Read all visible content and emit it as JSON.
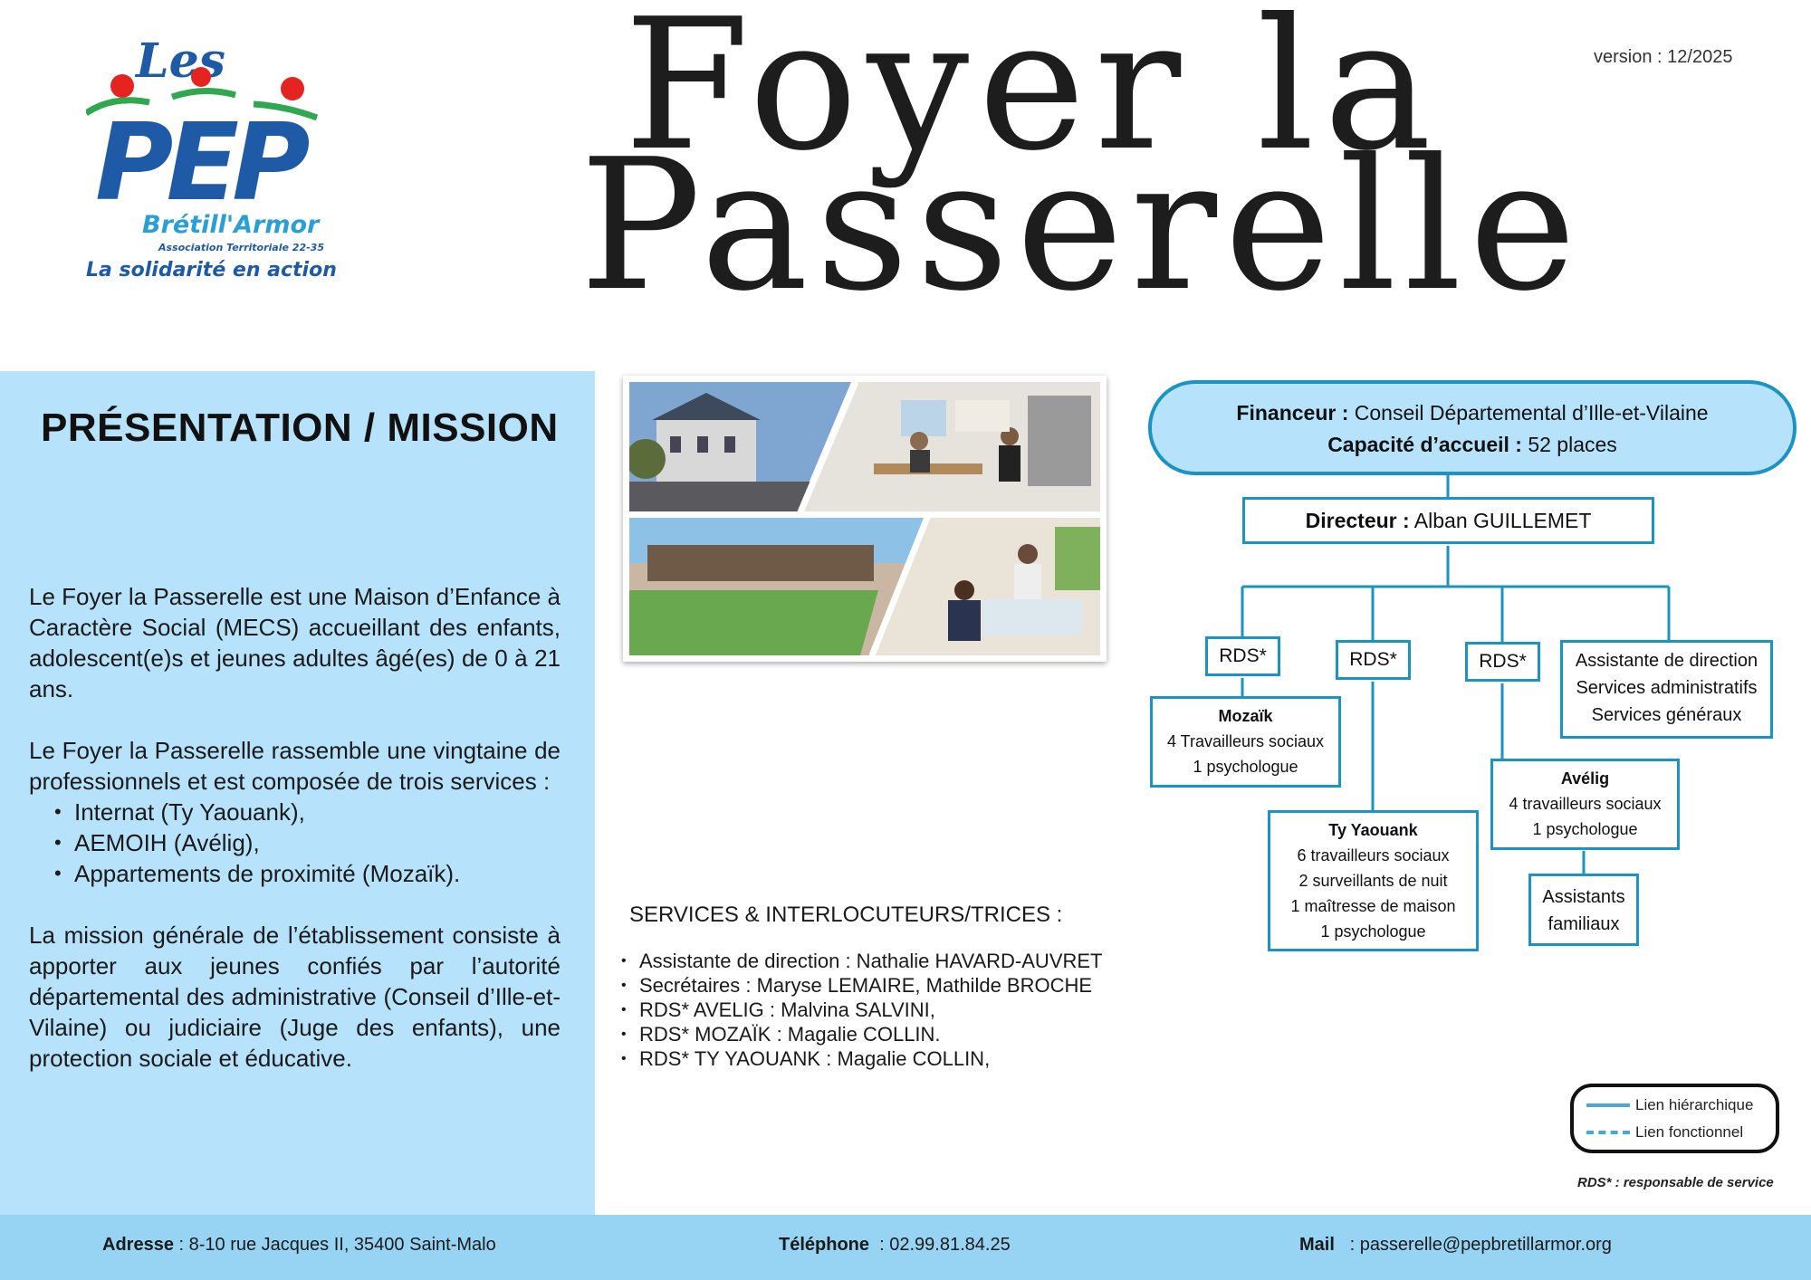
{
  "header": {
    "logo": {
      "les": "Les",
      "pep": "PEP",
      "name": "Brétill'Armor",
      "association": "Association Territoriale 22-35",
      "slogan": "La solidarité en action"
    },
    "title_line1": "Foyer la",
    "title_line2": "Passerelle",
    "version": "version : 12/2025"
  },
  "presentation": {
    "heading": "PRÉSENTATION / MISSION",
    "paragraph1": "Le Foyer la Passerelle est une Maison d’Enfance à Caractère Social (MECS) accueillant des enfants, adolescent(e)s et jeunes adultes âgé(es) de 0 à 21 ans.",
    "paragraph2": "Le Foyer la Passerelle rassemble une vingtaine de professionnels et est composée de trois services :",
    "services": [
      "Internat (Ty Yaouank),",
      "AEMOIH (Avélig),",
      "Appartements de proximité (Mozaïk)."
    ],
    "paragraph3": "La mission générale de l’établissement consiste à apporter aux jeunes confiés par l’autorité départemental des administrative (Conseil d’Ille-et-Vilaine) ou judiciaire (Juge des enfants), une  protection sociale et éducative."
  },
  "contacts": {
    "title": "SERVICES & INTERLOCUTEURS/TRICES :",
    "items": [
      "Assistante de direction : Nathalie HAVARD-AUVRET",
      "Secrétaires : Maryse LEMAIRE, Mathilde BROCHE",
      "RDS* AVELIG : Malvina SALVINI,",
      "RDS* MOZAÏK : Magalie COLLIN.",
      "RDS* TY YAOUANK : Magalie COLLIN,"
    ]
  },
  "org": {
    "financeur_label": "Financeur :",
    "financeur_value": " Conseil Départemental d’Ille-et-Vilaine",
    "capacite_label": "Capacité d’accueil :",
    "capacite_value": " 52 places",
    "directeur_label": "Directeur :",
    "directeur_value": " Alban GUILLEMET",
    "rds_label": "RDS*",
    "assistante": [
      "Assistante de direction",
      "Services administratifs",
      "Services généraux"
    ],
    "mozaik": {
      "name": "Mozaïk",
      "lines": [
        "4 Travailleurs sociaux",
        "1 psychologue"
      ]
    },
    "ty_yaouank": {
      "name": "Ty Yaouank",
      "lines": [
        "6 travailleurs sociaux",
        "2 surveillants de nuit",
        "1 maîtresse de maison",
        "1 psychologue"
      ]
    },
    "avelig": {
      "name": "Avélig",
      "lines": [
        "4 travailleurs sociaux",
        "1 psychologue"
      ]
    },
    "assistants_familiaux": [
      "Assistants",
      "familiaux"
    ]
  },
  "legend": {
    "hierarchique": "Lien hiérarchique",
    "fonctionnel": "Lien fonctionnel",
    "rds_note": "RDS* : responsable de service"
  },
  "footer": {
    "adresse_label": "Adresse",
    "adresse_value": " : 8-10 rue Jacques II, 35400 Saint-Malo",
    "telephone_label": "Téléphone",
    "telephone_value": "  : 02.99.81.84.25",
    "mail_label": "Mail",
    "mail_value": "   : passerelle@pepbretillarmor.org"
  },
  "colors": {
    "panel": "#b6e3fb",
    "footer": "#97d4f4",
    "org_line": "#1b94c3",
    "logo_blue": "#1f5aa6",
    "logo_red": "#e52421",
    "logo_green": "#2fa84f"
  }
}
